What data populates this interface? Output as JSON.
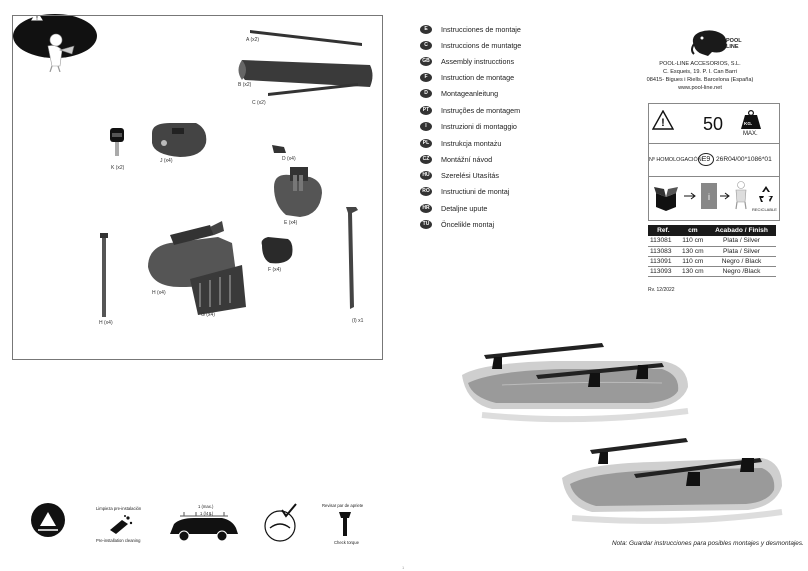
{
  "parts": {
    "A": "A (x2)",
    "B": "B (x2)",
    "C": "C (x2)",
    "K": "K (x2)",
    "J": "J (x4)",
    "D": "D (x4)",
    "E": "E (x4)",
    "F": "F (x4)",
    "H_left": "H (x4)",
    "H_bracket": "H (x4)",
    "G": "G (x4)",
    "I": "(I) x1"
  },
  "languages": [
    {
      "code": "E",
      "label": "Instrucciones de montaje"
    },
    {
      "code": "C",
      "label": "Instruccions de muntatge"
    },
    {
      "code": "GB",
      "label": "Assembly instrucctions"
    },
    {
      "code": "F",
      "label": "Instruction de montage"
    },
    {
      "code": "D",
      "label": "Montageanleitung"
    },
    {
      "code": "PT",
      "label": "Instruções de montagem"
    },
    {
      "code": "I",
      "label": "Instruzioni di montaggio"
    },
    {
      "code": "PL",
      "label": "Instrukcja montażu"
    },
    {
      "code": "CZ",
      "label": "Montážní návod"
    },
    {
      "code": "HU",
      "label": "Szerelési Utasítás"
    },
    {
      "code": "RO",
      "label": "Instructiuni de montaj"
    },
    {
      "code": "HR",
      "label": "Detaljne upute"
    },
    {
      "code": "TU",
      "label": "Öncelikle montaj"
    }
  ],
  "company": {
    "logo_text": "POOL LINE",
    "name": "POOL-LINE ACCESORIOS, S.L.",
    "address1": "C. Esqueis, 19. P. I. Can Barri",
    "address2": "08415- Bigues i Riells. Barcelona (España)",
    "web": "www.pool-line.net"
  },
  "load": {
    "value": "50",
    "weight_unit": "KG.",
    "max": "MAX."
  },
  "homologation": {
    "label": "Nº HOMOLOGACIÓN:",
    "mark": "E9",
    "code": "26R04/00*1086*01"
  },
  "recycle_label": "RECICLABLE",
  "spec_table": {
    "headers": [
      "Ref.",
      "cm",
      "Acabado / Finish"
    ],
    "rows": [
      [
        "113081",
        "110 cm",
        "Plata / Silver"
      ],
      [
        "113083",
        "130 cm",
        "Plata / Silver"
      ],
      [
        "113091",
        "110 cm",
        "Negro / Black"
      ],
      [
        "113093",
        "130 cm",
        "Negro /Black"
      ]
    ]
  },
  "revision": "Rv. 12/2022",
  "footer_icons": {
    "cleaning_label": "Limpieza pre-instalación",
    "cleaning_sub": "Pre-installation cleaning",
    "max_label": "1 (max.)",
    "l4_label": "1 (/4 L)",
    "torque_label": "Revisar par de apriete",
    "torque_sub": "Check torque"
  },
  "note": "Nota:  Guardar instrucciones para posibles montajes y desmontajes.",
  "page_number": "1"
}
